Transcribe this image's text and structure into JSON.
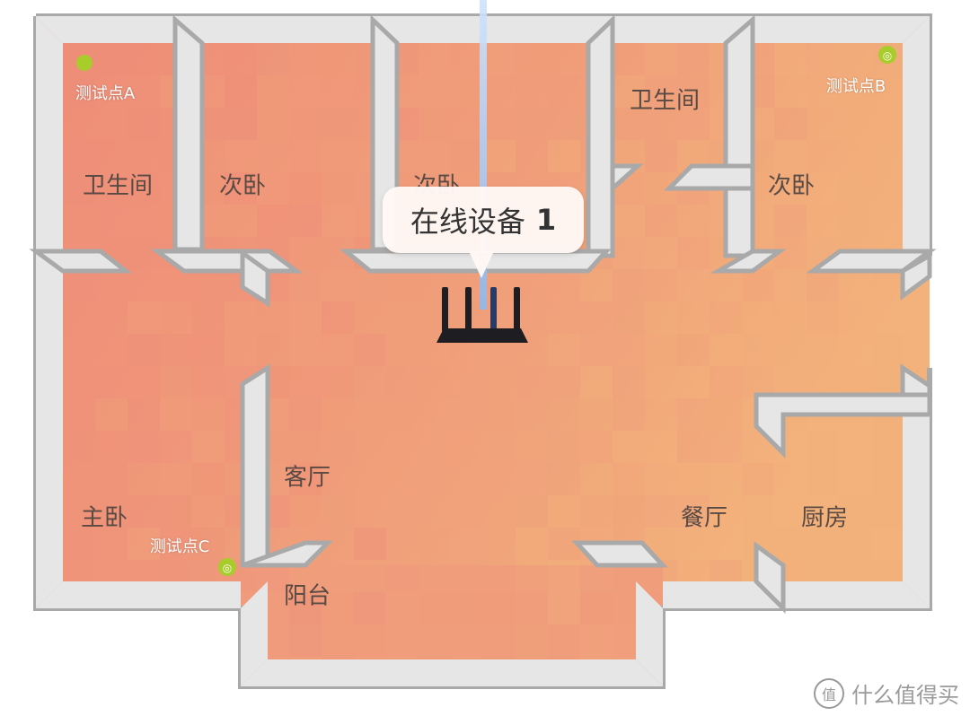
{
  "device_popup": {
    "label": "在线设备",
    "count": "1"
  },
  "rooms": {
    "bath_left": "卫生间",
    "bed2_a": "次卧",
    "bed2_b": "次卧",
    "bath_right": "卫生间",
    "bed2_c": "次卧",
    "master_bed": "主卧",
    "living": "客厅",
    "dining": "餐厅",
    "kitchen": "厨房",
    "balcony": "阳台"
  },
  "test_points": {
    "a": "测试点A",
    "b": "测试点B",
    "c": "测试点C"
  },
  "watermark": {
    "logo_glyph": "值",
    "text": "什么值得买"
  },
  "colors": {
    "signal_strong": "#ef8f7a",
    "signal_medium": "#f0a07a",
    "signal_weaker": "#f2b07a",
    "wall": "#a9a9a9",
    "wall_fill": "#e6e6e6",
    "test_point": "#a8cc2a",
    "router": "#1e1e22",
    "beam": "#9fc6f2"
  }
}
